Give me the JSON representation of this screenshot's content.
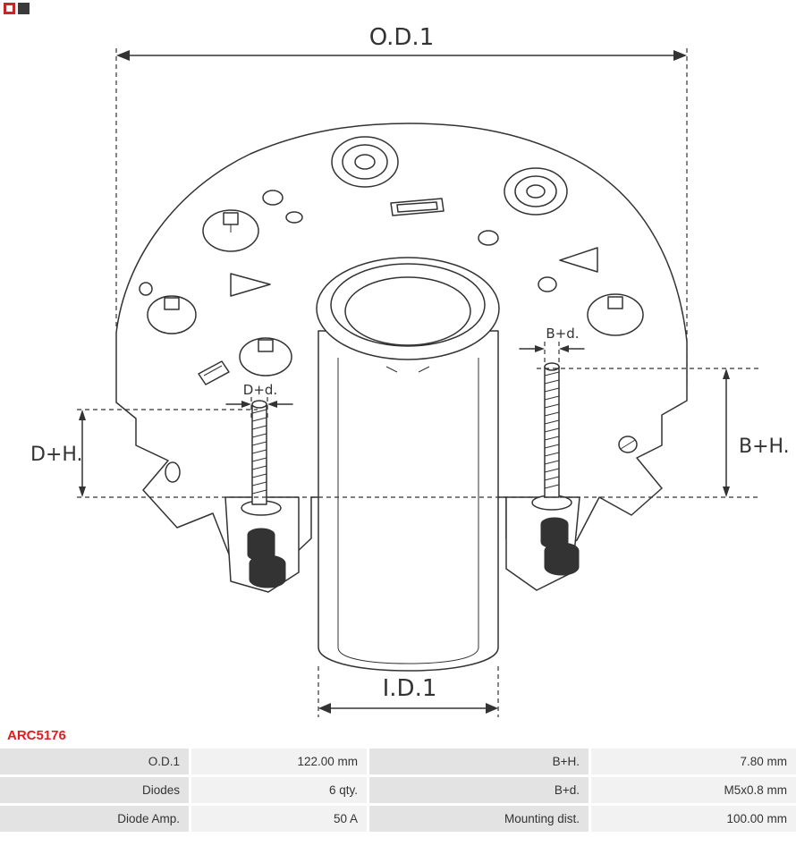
{
  "part_number": "ARC5176",
  "diagram": {
    "labels": {
      "od1": "O.D.1",
      "id1": "I.D.1",
      "dh": "D+H.",
      "bh": "B+H.",
      "dd": "D+d.",
      "bd": "B+d."
    }
  },
  "specs": {
    "rows": [
      {
        "label1": "O.D.1",
        "value1": "122.00 mm",
        "label2": "B+H.",
        "value2": "7.80 mm"
      },
      {
        "label1": "Diodes",
        "value1": "6 qty.",
        "label2": "B+d.",
        "value2": "M5x0.8 mm"
      },
      {
        "label1": "Diode Amp.",
        "value1": "50 A",
        "label2": "Mounting dist.",
        "value2": "100.00 mm"
      }
    ]
  },
  "colors": {
    "accent_red": "#dd1d21",
    "table_label_bg": "#e3e3e3",
    "table_value_bg": "#f2f2f2",
    "line": "#333333"
  }
}
